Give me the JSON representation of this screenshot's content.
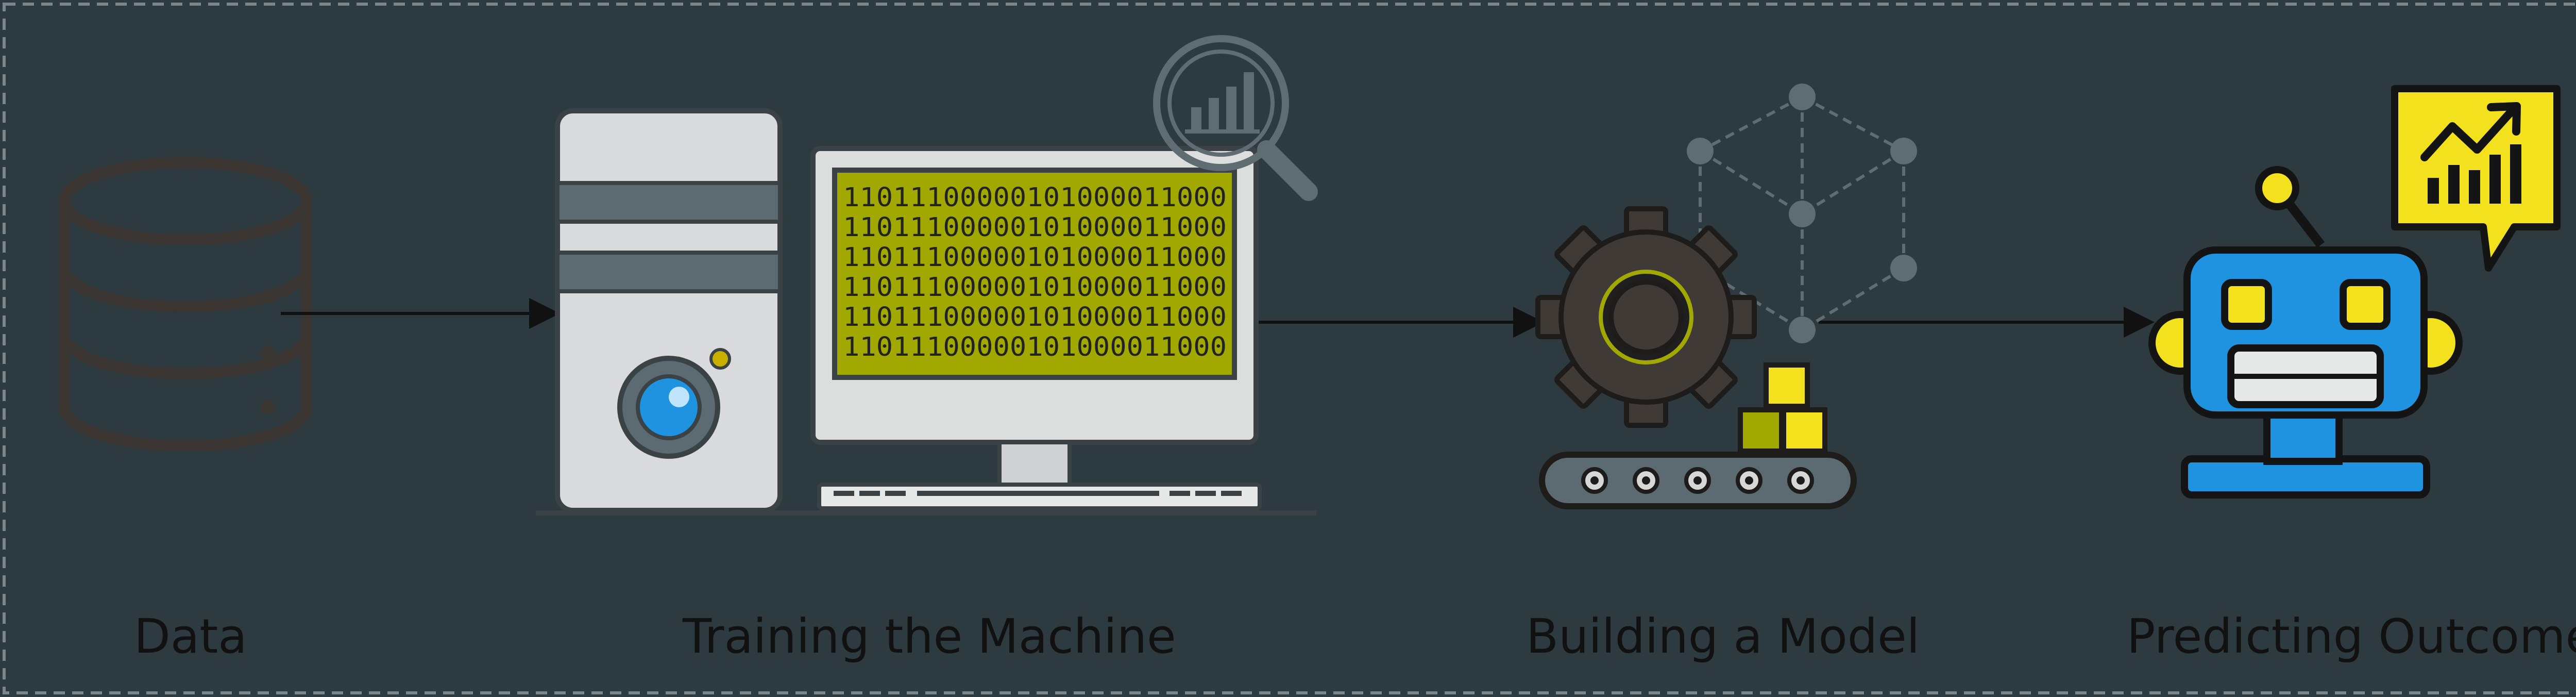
{
  "diagram": {
    "steps": [
      {
        "label": "Data"
      },
      {
        "label": "Training the Machine"
      },
      {
        "label": "Building a Model"
      },
      {
        "label": "Predicting Outcome"
      }
    ],
    "binary_text": "11011100000101000011000",
    "colors": {
      "background": "#2d3a3f",
      "border": "#7b868a",
      "ink": "#161616",
      "screen_green": "#a1a800",
      "accent_yellow": "#f3e11e",
      "robot_blue": "#1f93e0",
      "gray_dark": "#3f3a36",
      "gray_light": "#d6d8d8",
      "slate": "#5b6970"
    },
    "icons": [
      "database-icon",
      "computer-tower-icon",
      "monitor-icon",
      "magnifier-chart-icon",
      "gear-icon",
      "network-cube-icon",
      "conveyor-icon",
      "boxes-icon",
      "robot-icon",
      "chart-bubble-icon"
    ]
  }
}
